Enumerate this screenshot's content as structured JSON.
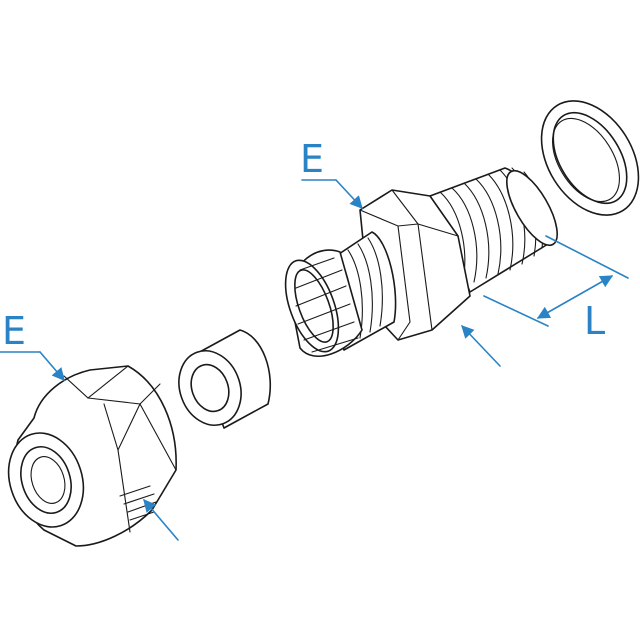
{
  "labels": {
    "e_label_body": "E",
    "e_label_nut": "E",
    "l_label": "L"
  },
  "colors": {
    "callout": "#2a83c4",
    "line": "#1a1a1a"
  }
}
